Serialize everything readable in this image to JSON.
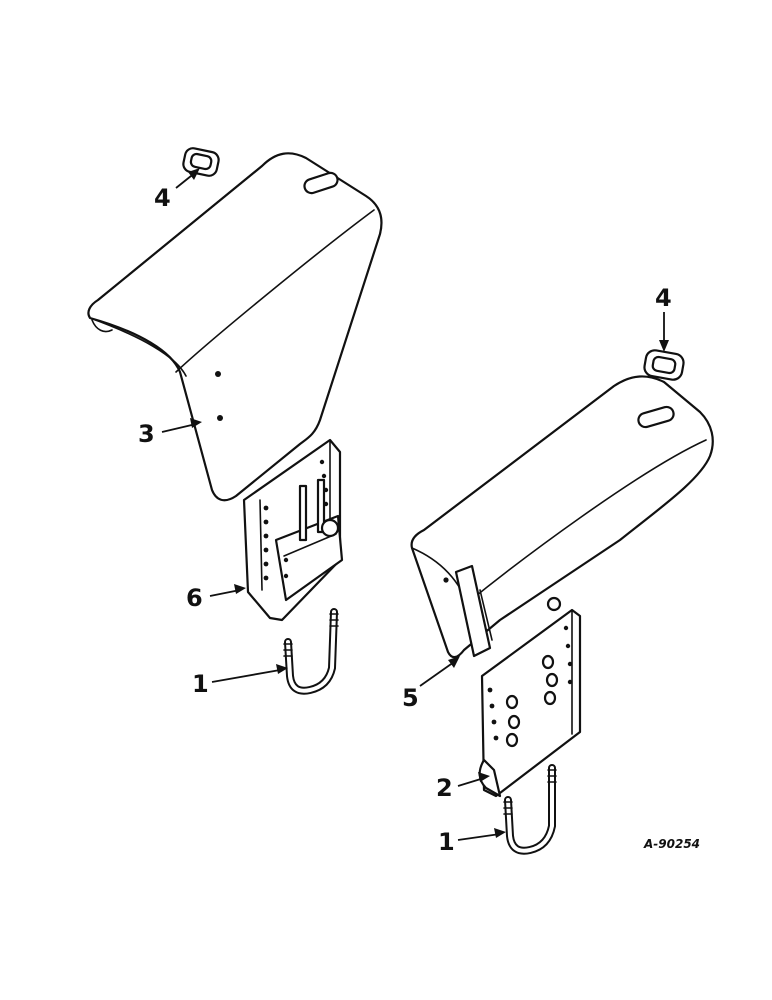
{
  "callouts": {
    "left_ring": "4",
    "left_fender": "3",
    "left_bracket": "6",
    "left_ubolt": "1",
    "right_ring": "4",
    "right_fender": "5",
    "right_bracket": "2",
    "right_ubolt": "1"
  },
  "reference_code": "A-90254"
}
